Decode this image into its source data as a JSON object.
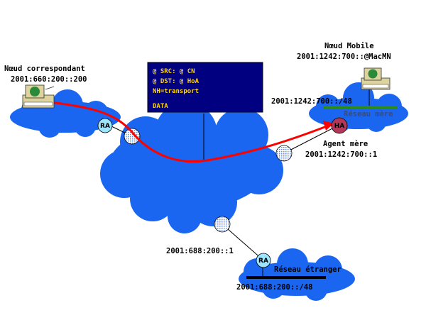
{
  "correspondent": {
    "name": "Nœud correspondant",
    "address": "2001:660:200::200"
  },
  "mobile": {
    "name": "Nœud Mobile",
    "address": "2001:1242:700::@MacMN"
  },
  "home_network": {
    "prefix": "2001:1242:700::/48",
    "label": "Réseau mère"
  },
  "home_agent": {
    "badge": "HA",
    "name": "Agent mère",
    "address": "2001:1242:700::1"
  },
  "router_left": {
    "badge": "RA"
  },
  "foreign_network": {
    "router_address": "2001:688:200::1",
    "badge": "RA",
    "label": "Réseau étranger",
    "prefix": "2001:688:200::/48"
  },
  "packet": {
    "src": "@ SRC: @ CN",
    "dst": "@ DST: @ HoA",
    "transport": "NH=transport",
    "data": "DATA"
  },
  "colors": {
    "cloud": "#1a66f0",
    "path": "#ff0000",
    "packet_bg": "#000080",
    "packet_text": "#ffd400",
    "ha": "#b2385a",
    "ra": "#9ee6ff"
  },
  "icons": {
    "host": "computer-icon",
    "router": "router-icon"
  }
}
